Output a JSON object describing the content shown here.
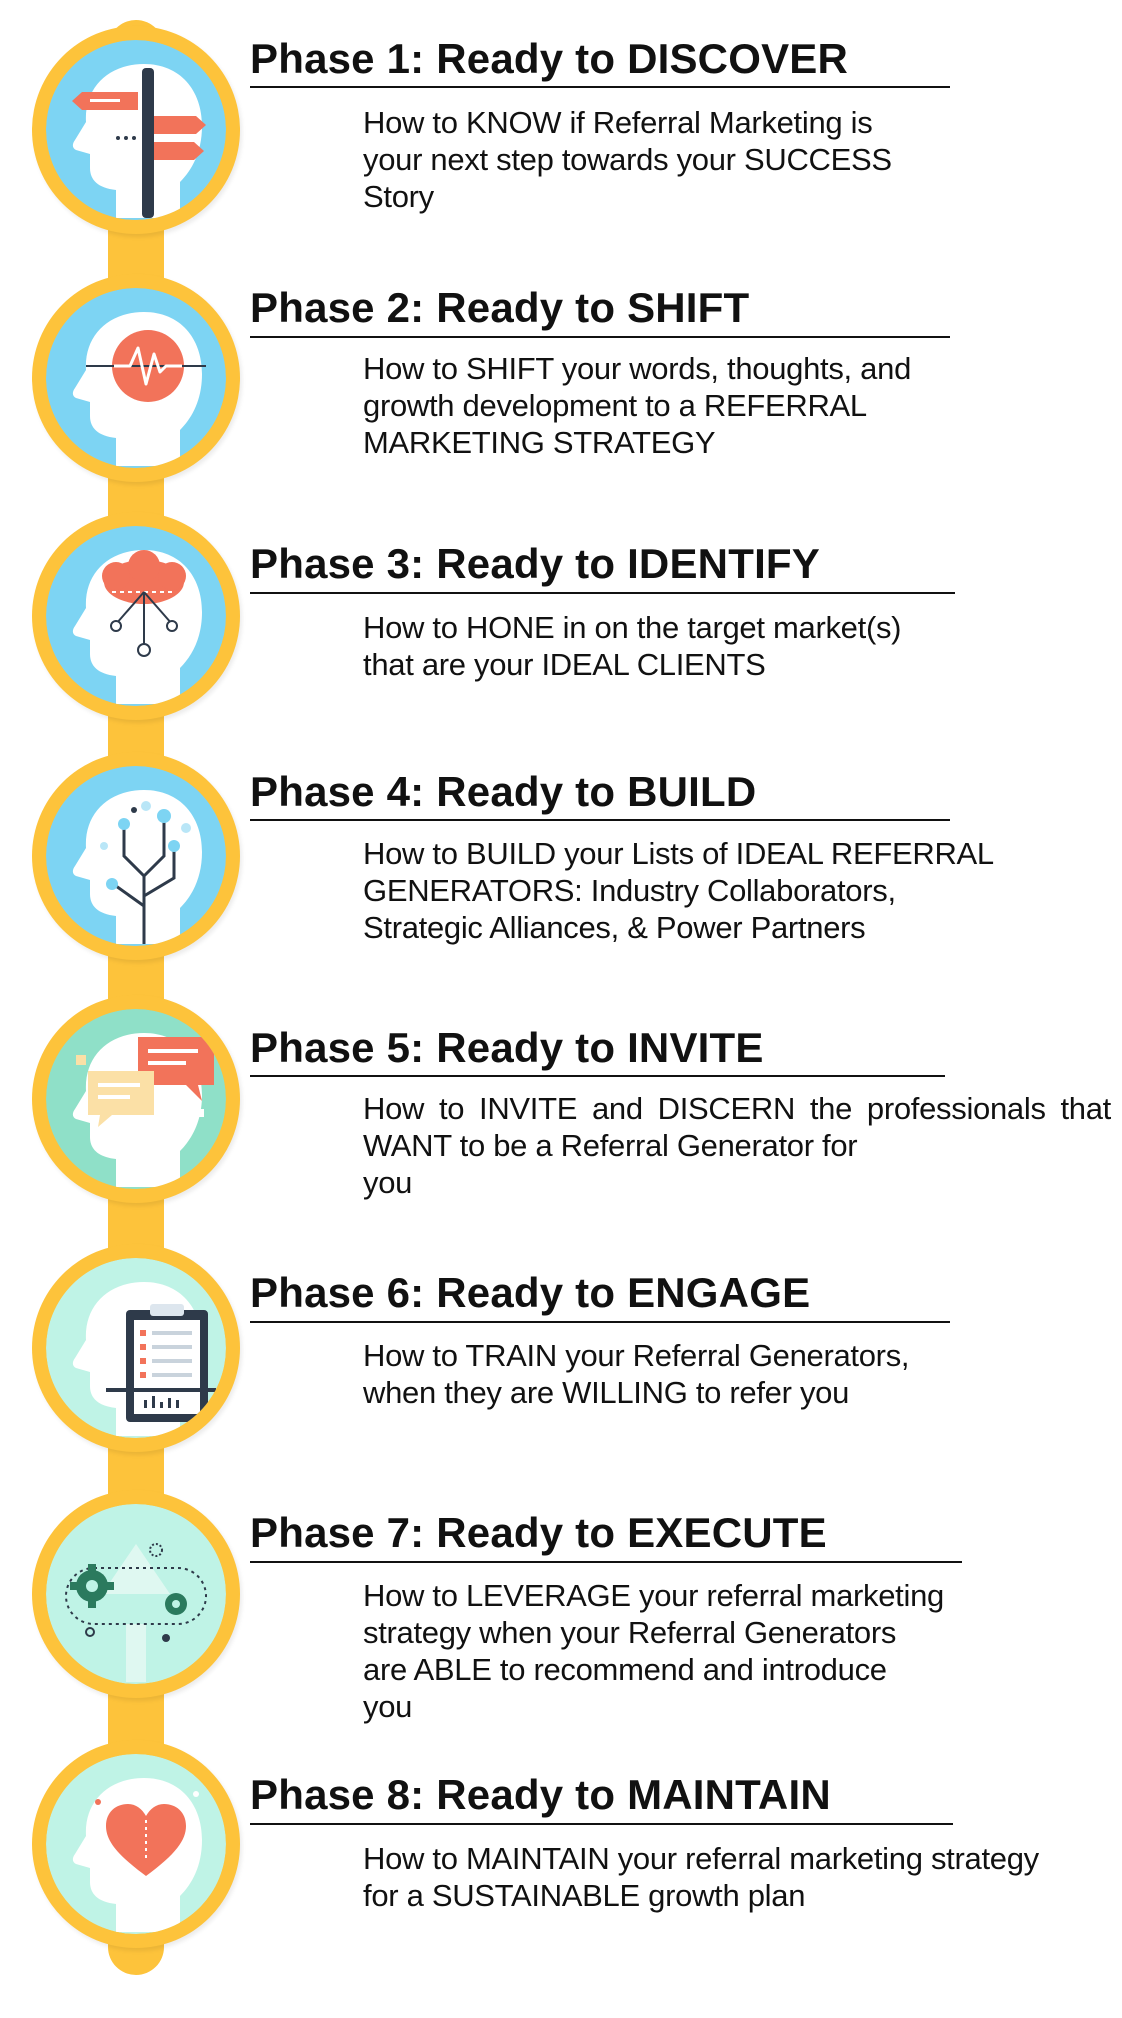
{
  "phases": [
    {
      "title": "Phase 1: Ready to DISCOVER",
      "lines": [
        "How to KNOW if Referral Marketing is",
        "your next step towards your SUCCESS",
        "Story"
      ],
      "icon": "signpost-head-icon",
      "colors": {
        "bg": "#7DD4F3",
        "accent": "#F2735A"
      }
    },
    {
      "title": "Phase 2: Ready to SHIFT",
      "lines": [
        "How to SHIFT your words, thoughts, and",
        "growth development to a REFERRAL",
        "MARKETING STRATEGY"
      ],
      "icon": "heartbeat-head-icon",
      "colors": {
        "bg": "#7DD4F3",
        "accent": "#F2735A"
      }
    },
    {
      "title": "Phase 3: Ready to IDENTIFY",
      "lines": [
        "How to HONE in on the target market(s)",
        "that are your IDEAL CLIENTS"
      ],
      "icon": "brain-network-head-icon",
      "colors": {
        "bg": "#7DD4F3",
        "accent": "#F2735A"
      }
    },
    {
      "title": "Phase 4: Ready to BUILD",
      "lines": [
        "How to BUILD your Lists of IDEAL REFERRAL",
        "GENERATORS: Industry Collaborators,",
        "Strategic Alliances, & Power Partners"
      ],
      "icon": "circuit-tree-head-icon",
      "colors": {
        "bg": "#7DD4F3",
        "accent": "#2E3A4A"
      }
    },
    {
      "title": "Phase 5: Ready to INVITE",
      "lines": [
        "How to INVITE and DISCERN the professionals that",
        "WANT to be a Referral Generator for",
        "you"
      ],
      "icon": "chat-bubbles-head-icon",
      "colors": {
        "bg": "#8FE0C8",
        "accent": "#F2735A"
      }
    },
    {
      "title": "Phase 6: Ready to ENGAGE",
      "lines": [
        "How to TRAIN your Referral Generators,",
        "when they are WILLING to refer you"
      ],
      "icon": "clipboard-checklist-icon",
      "colors": {
        "bg": "#BFF3E6",
        "accent": "#2E3A4A"
      }
    },
    {
      "title": "Phase 7: Ready to EXECUTE",
      "lines": [
        "How to LEVERAGE your referral marketing",
        "strategy when your Referral Generators",
        "are ABLE to recommend and introduce",
        "you"
      ],
      "icon": "gears-people-icon",
      "colors": {
        "bg": "#BFF3E6",
        "accent": "#2B7A5E"
      }
    },
    {
      "title": "Phase 8: Ready to MAINTAIN",
      "lines": [
        "How to MAINTAIN your referral marketing strategy",
        "for a SUSTAINABLE growth plan"
      ],
      "icon": "heart-head-icon",
      "colors": {
        "bg": "#BFF3E6",
        "accent": "#F2735A"
      }
    }
  ],
  "ring_color": "#FDC33B",
  "text_color": "#111111"
}
